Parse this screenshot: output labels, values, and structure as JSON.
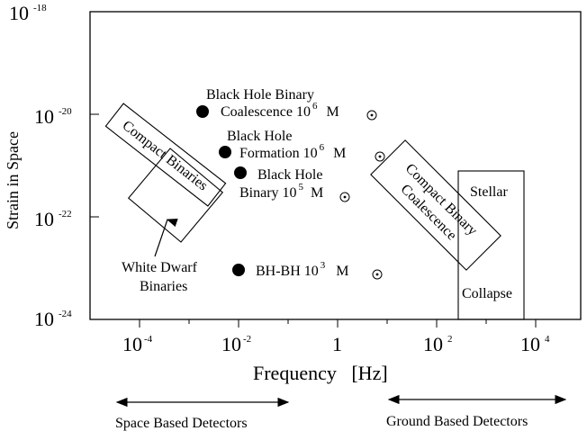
{
  "y_axis": {
    "label": "Strain in Space",
    "ticks": [
      {
        "base": "10",
        "exp": "-18"
      },
      {
        "base": "10",
        "exp": "-20"
      },
      {
        "base": "10",
        "exp": "-22"
      },
      {
        "base": "10",
        "exp": "-24"
      }
    ]
  },
  "x_axis": {
    "label": "Frequency   [Hz]",
    "ticks": [
      {
        "base": "10",
        "exp": "-4"
      },
      {
        "base": "10",
        "exp": "-2"
      },
      {
        "base": "1",
        "exp": ""
      },
      {
        "base": "10",
        "exp": "2"
      },
      {
        "base": "10",
        "exp": "4"
      }
    ]
  },
  "sources": {
    "bh_binary_coalescence": {
      "line1": "Black Hole Binary",
      "line2": "Coalescence  10",
      "exp": "6",
      "unit": "M"
    },
    "bh_formation": {
      "line1": "Black Hole",
      "line2": "Formation  10",
      "exp": "6",
      "unit": "M"
    },
    "bh_binary": {
      "line1": "Black Hole",
      "line2": "Binary 10",
      "exp": "5",
      "unit": "M"
    },
    "bh_bh": {
      "line1": "BH-BH  10",
      "exp": "3",
      "unit": "M"
    }
  },
  "regions": {
    "compact_binaries": "Compact Binaries",
    "compact_binary_coalescence": {
      "line1": "Compact Binary",
      "line2": "Coalescence"
    },
    "stellar_collapse": {
      "top": "Stellar",
      "bottom": "Collapse"
    },
    "white_dwarf": {
      "line1": "White Dwarf",
      "line2": "Binaries"
    }
  },
  "detectors": {
    "space": "Space Based Detectors",
    "ground": "Ground Based Detectors"
  }
}
